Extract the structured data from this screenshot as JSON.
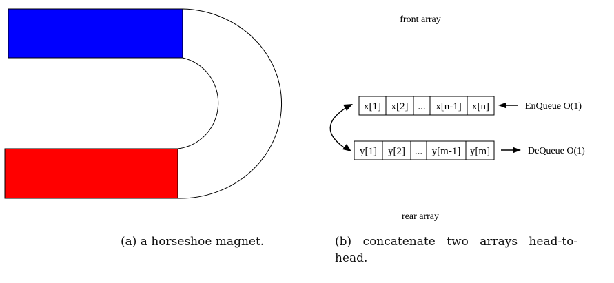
{
  "panel_a": {
    "magnet": {
      "north_pole_color": "#0000ff",
      "south_pole_color": "#ff0000",
      "outline_color": "#000000"
    },
    "caption": "(a) a horseshoe magnet."
  },
  "panel_b": {
    "front_label": "front array",
    "rear_label": "rear array",
    "front_cells": [
      "x[1]",
      "x[2]",
      "...",
      "x[n-1]",
      "x[n]"
    ],
    "rear_cells": [
      "y[1]",
      "y[2]",
      "...",
      "y[m-1]",
      "y[m]"
    ],
    "enqueue_label": "EnQueue O(1)",
    "dequeue_label": "DeQueue O(1)",
    "caption_line1": "(b) concatenate two arrays head-to-",
    "caption_line2": "head."
  }
}
